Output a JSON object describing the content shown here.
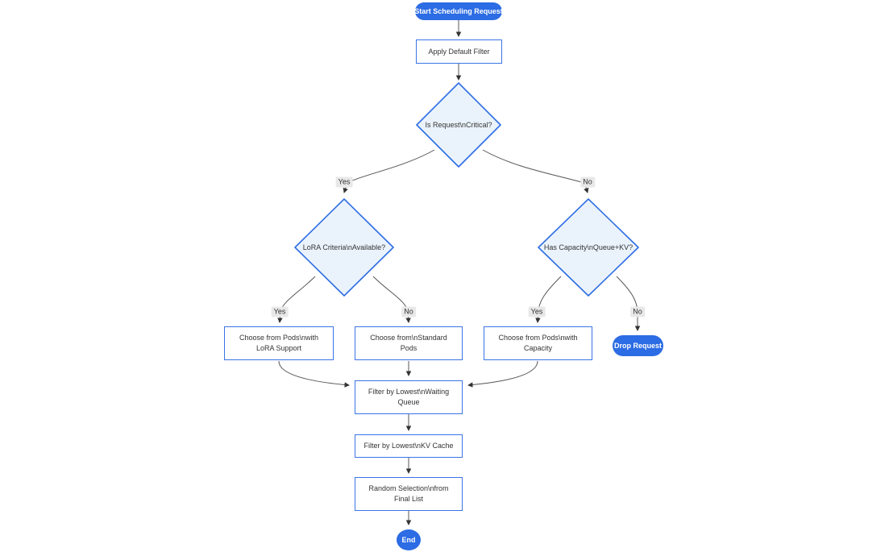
{
  "diagram": {
    "type": "flowchart",
    "nodes": {
      "start": {
        "label": "Start Scheduling Request",
        "shape": "pill"
      },
      "apply_filter": {
        "label": "Apply Default Filter",
        "shape": "rect"
      },
      "is_critical": {
        "label": "Is Request\\nCritical?",
        "shape": "diamond"
      },
      "lora_criteria": {
        "label": "LoRA Criteria\\nAvailable?",
        "shape": "diamond"
      },
      "has_capacity": {
        "label": "Has Capacity\\nQueue+KV?",
        "shape": "diamond"
      },
      "choose_lora": {
        "lines": [
          "Choose from Pods\\nwith",
          "LoRA Support"
        ],
        "shape": "rect"
      },
      "choose_standard": {
        "lines": [
          "Choose from\\nStandard",
          "Pods"
        ],
        "shape": "rect"
      },
      "choose_capacity": {
        "lines": [
          "Choose from Pods\\nwith",
          "Capacity"
        ],
        "shape": "rect"
      },
      "drop_request": {
        "label": "Drop Request",
        "shape": "pill"
      },
      "filter_waiting": {
        "lines": [
          "Filter by Lowest\\nWaiting",
          "Queue"
        ],
        "shape": "rect"
      },
      "filter_kv": {
        "label": "Filter by Lowest\\nKV Cache",
        "shape": "rect"
      },
      "random_selection": {
        "lines": [
          "Random Selection\\nfrom",
          "Final List"
        ],
        "shape": "rect"
      },
      "end": {
        "label": "End",
        "shape": "circle"
      }
    },
    "edge_labels": {
      "critical_yes": "Yes",
      "critical_no": "No",
      "lora_yes": "Yes",
      "lora_no": "No",
      "capacity_yes": "Yes",
      "capacity_no": "No"
    },
    "colors": {
      "accent_blue": "#2c6ce4",
      "white_text": "#ffffff",
      "rect_fill": "#ffffff",
      "rect_border": "#3b74e6",
      "diamond_fill": "#eaf3fc",
      "diamond_border": "#2f6ee2",
      "edge_color": "#555555",
      "arrow_color": "#333333",
      "text_color": "#333333",
      "label_bg": "#e8e8e8"
    }
  }
}
